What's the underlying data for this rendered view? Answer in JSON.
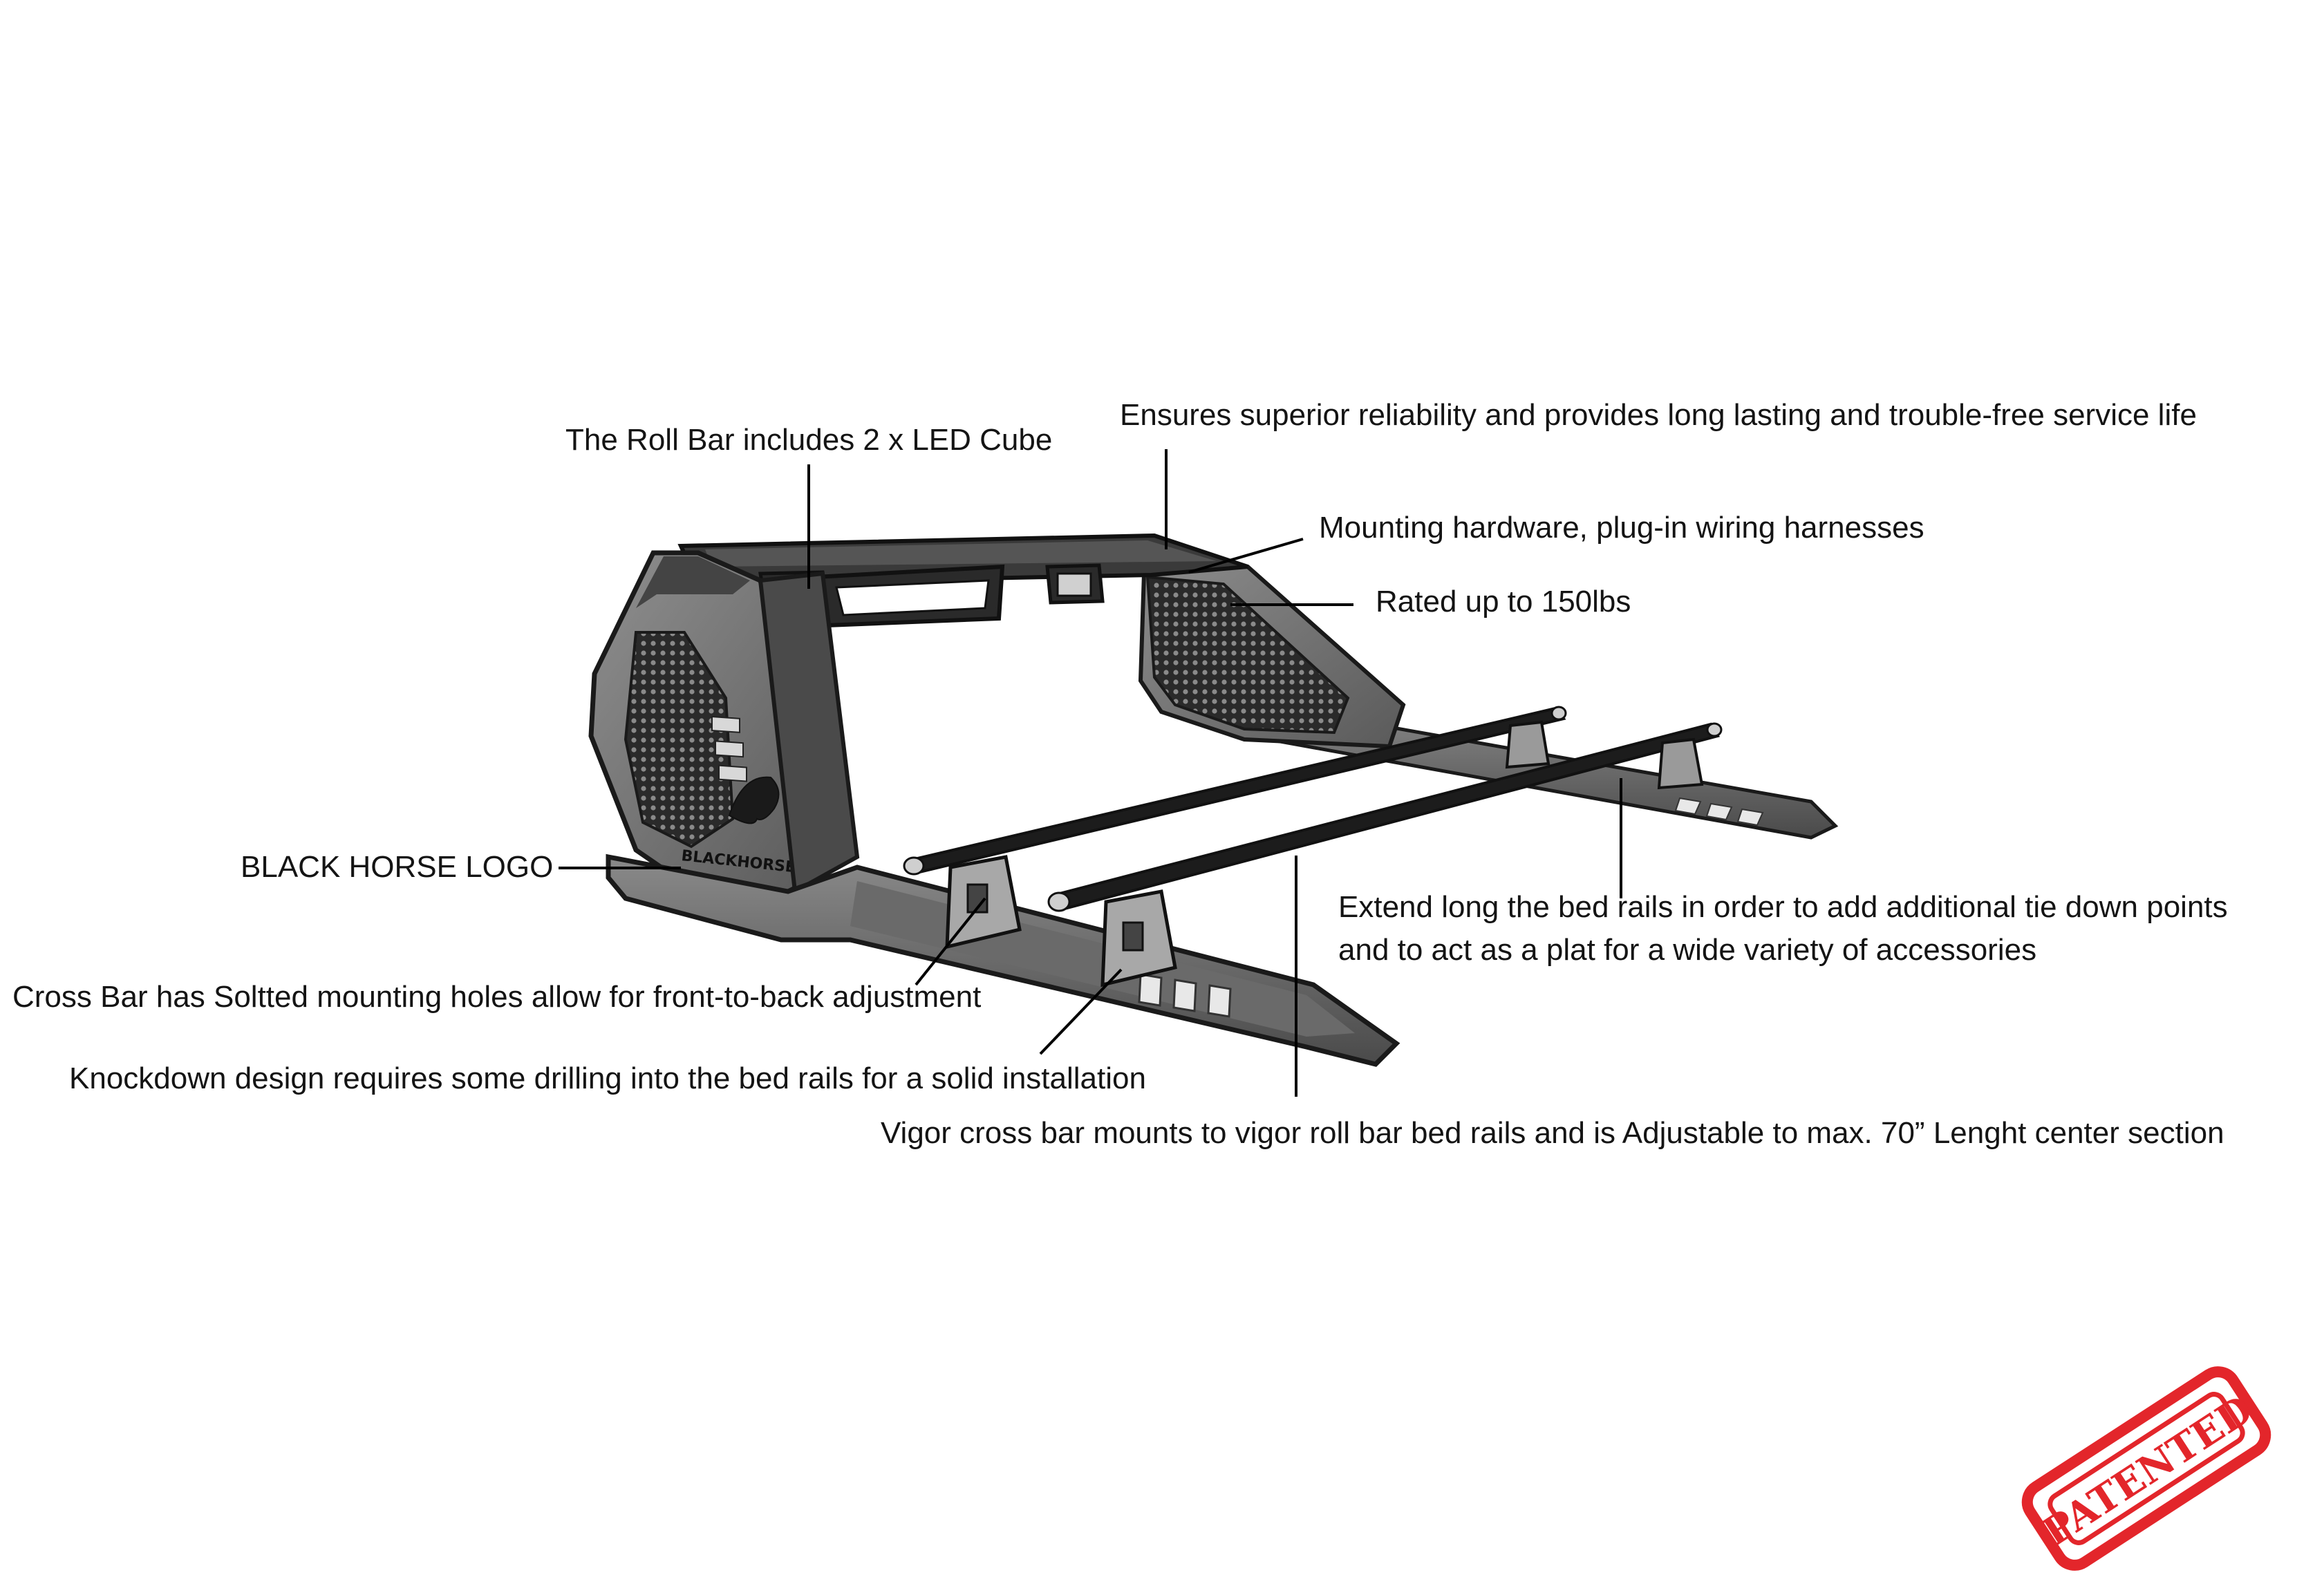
{
  "callouts": {
    "rollbar_led": "The Roll Bar includes 2 x LED Cube",
    "reliability": "Ensures superior reliability and provides long lasting and trouble-free service life",
    "mounting_hardware": "Mounting hardware, plug-in wiring harnesses",
    "rating": "Rated up to 150lbs",
    "logo": "BLACK HORSE LOGO",
    "extend_rails_line1": "Extend long the bed rails in order to add additional tie down points",
    "extend_rails_line2": "and to act as a plat for a wide variety of accessories",
    "cross_bar": "Cross Bar has Soltted mounting holes allow for front-to-back adjustment",
    "knockdown": "Knockdown design requires some drilling into the bed rails for a solid installation",
    "vigor": "Vigor cross bar mounts to vigor roll bar bed rails and is Adjustable to max. 70” Lenght center section"
  },
  "product": {
    "logo_text": "BLACKHORSE"
  },
  "stamp": {
    "text": "PATENTED",
    "color": "#e3262b"
  },
  "colors": {
    "metal_dark": "#2e2e2e",
    "metal_mid": "#6b6b6b",
    "metal_light": "#9a9a9a",
    "outline": "#1a1a1a",
    "leader": "#000000"
  }
}
